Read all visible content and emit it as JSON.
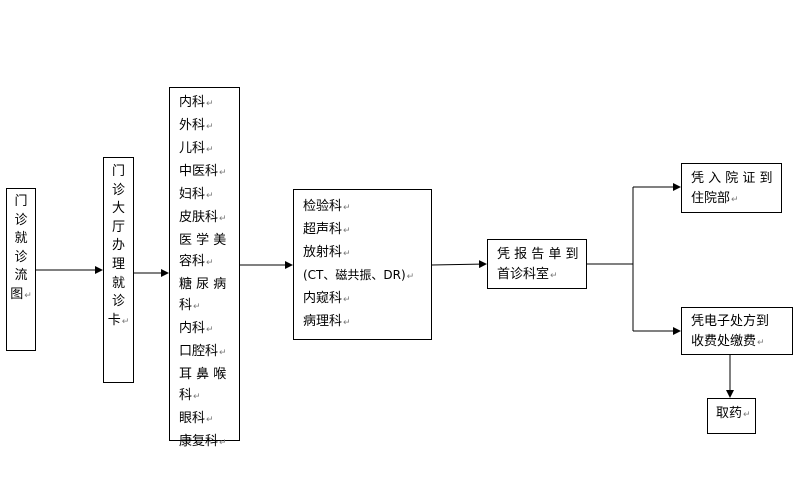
{
  "flowchart": {
    "start": {
      "chars": [
        "门",
        "诊",
        "就",
        "诊",
        "流",
        "图"
      ]
    },
    "registration": {
      "chars": [
        "门",
        "诊",
        "大",
        "厅",
        "办",
        "理",
        "就",
        "诊",
        "卡"
      ]
    },
    "departments": {
      "items": [
        "内科",
        "外科",
        "儿科",
        "中医科",
        "妇科",
        "皮肤科",
        "医 学 美",
        "容科",
        "糖 尿 病",
        "科",
        "内科",
        "口腔科",
        "耳 鼻 喉",
        "科",
        "眼科",
        "康复科"
      ]
    },
    "examinations": {
      "items": [
        "检验科",
        "超声科",
        "放射科",
        "(CT、磁共振、DR)",
        "内窥科",
        "病理科"
      ]
    },
    "report": {
      "lines": [
        "凭 报 告 单 到",
        "首诊科室"
      ]
    },
    "admission": {
      "lines": [
        "凭 入 院 证 到",
        "住院部"
      ]
    },
    "payment": {
      "lines": [
        "凭电子处方到",
        "收费处缴费"
      ]
    },
    "pharmacy": {
      "lines": [
        "取药"
      ]
    },
    "paragraph_mark": "↵"
  }
}
